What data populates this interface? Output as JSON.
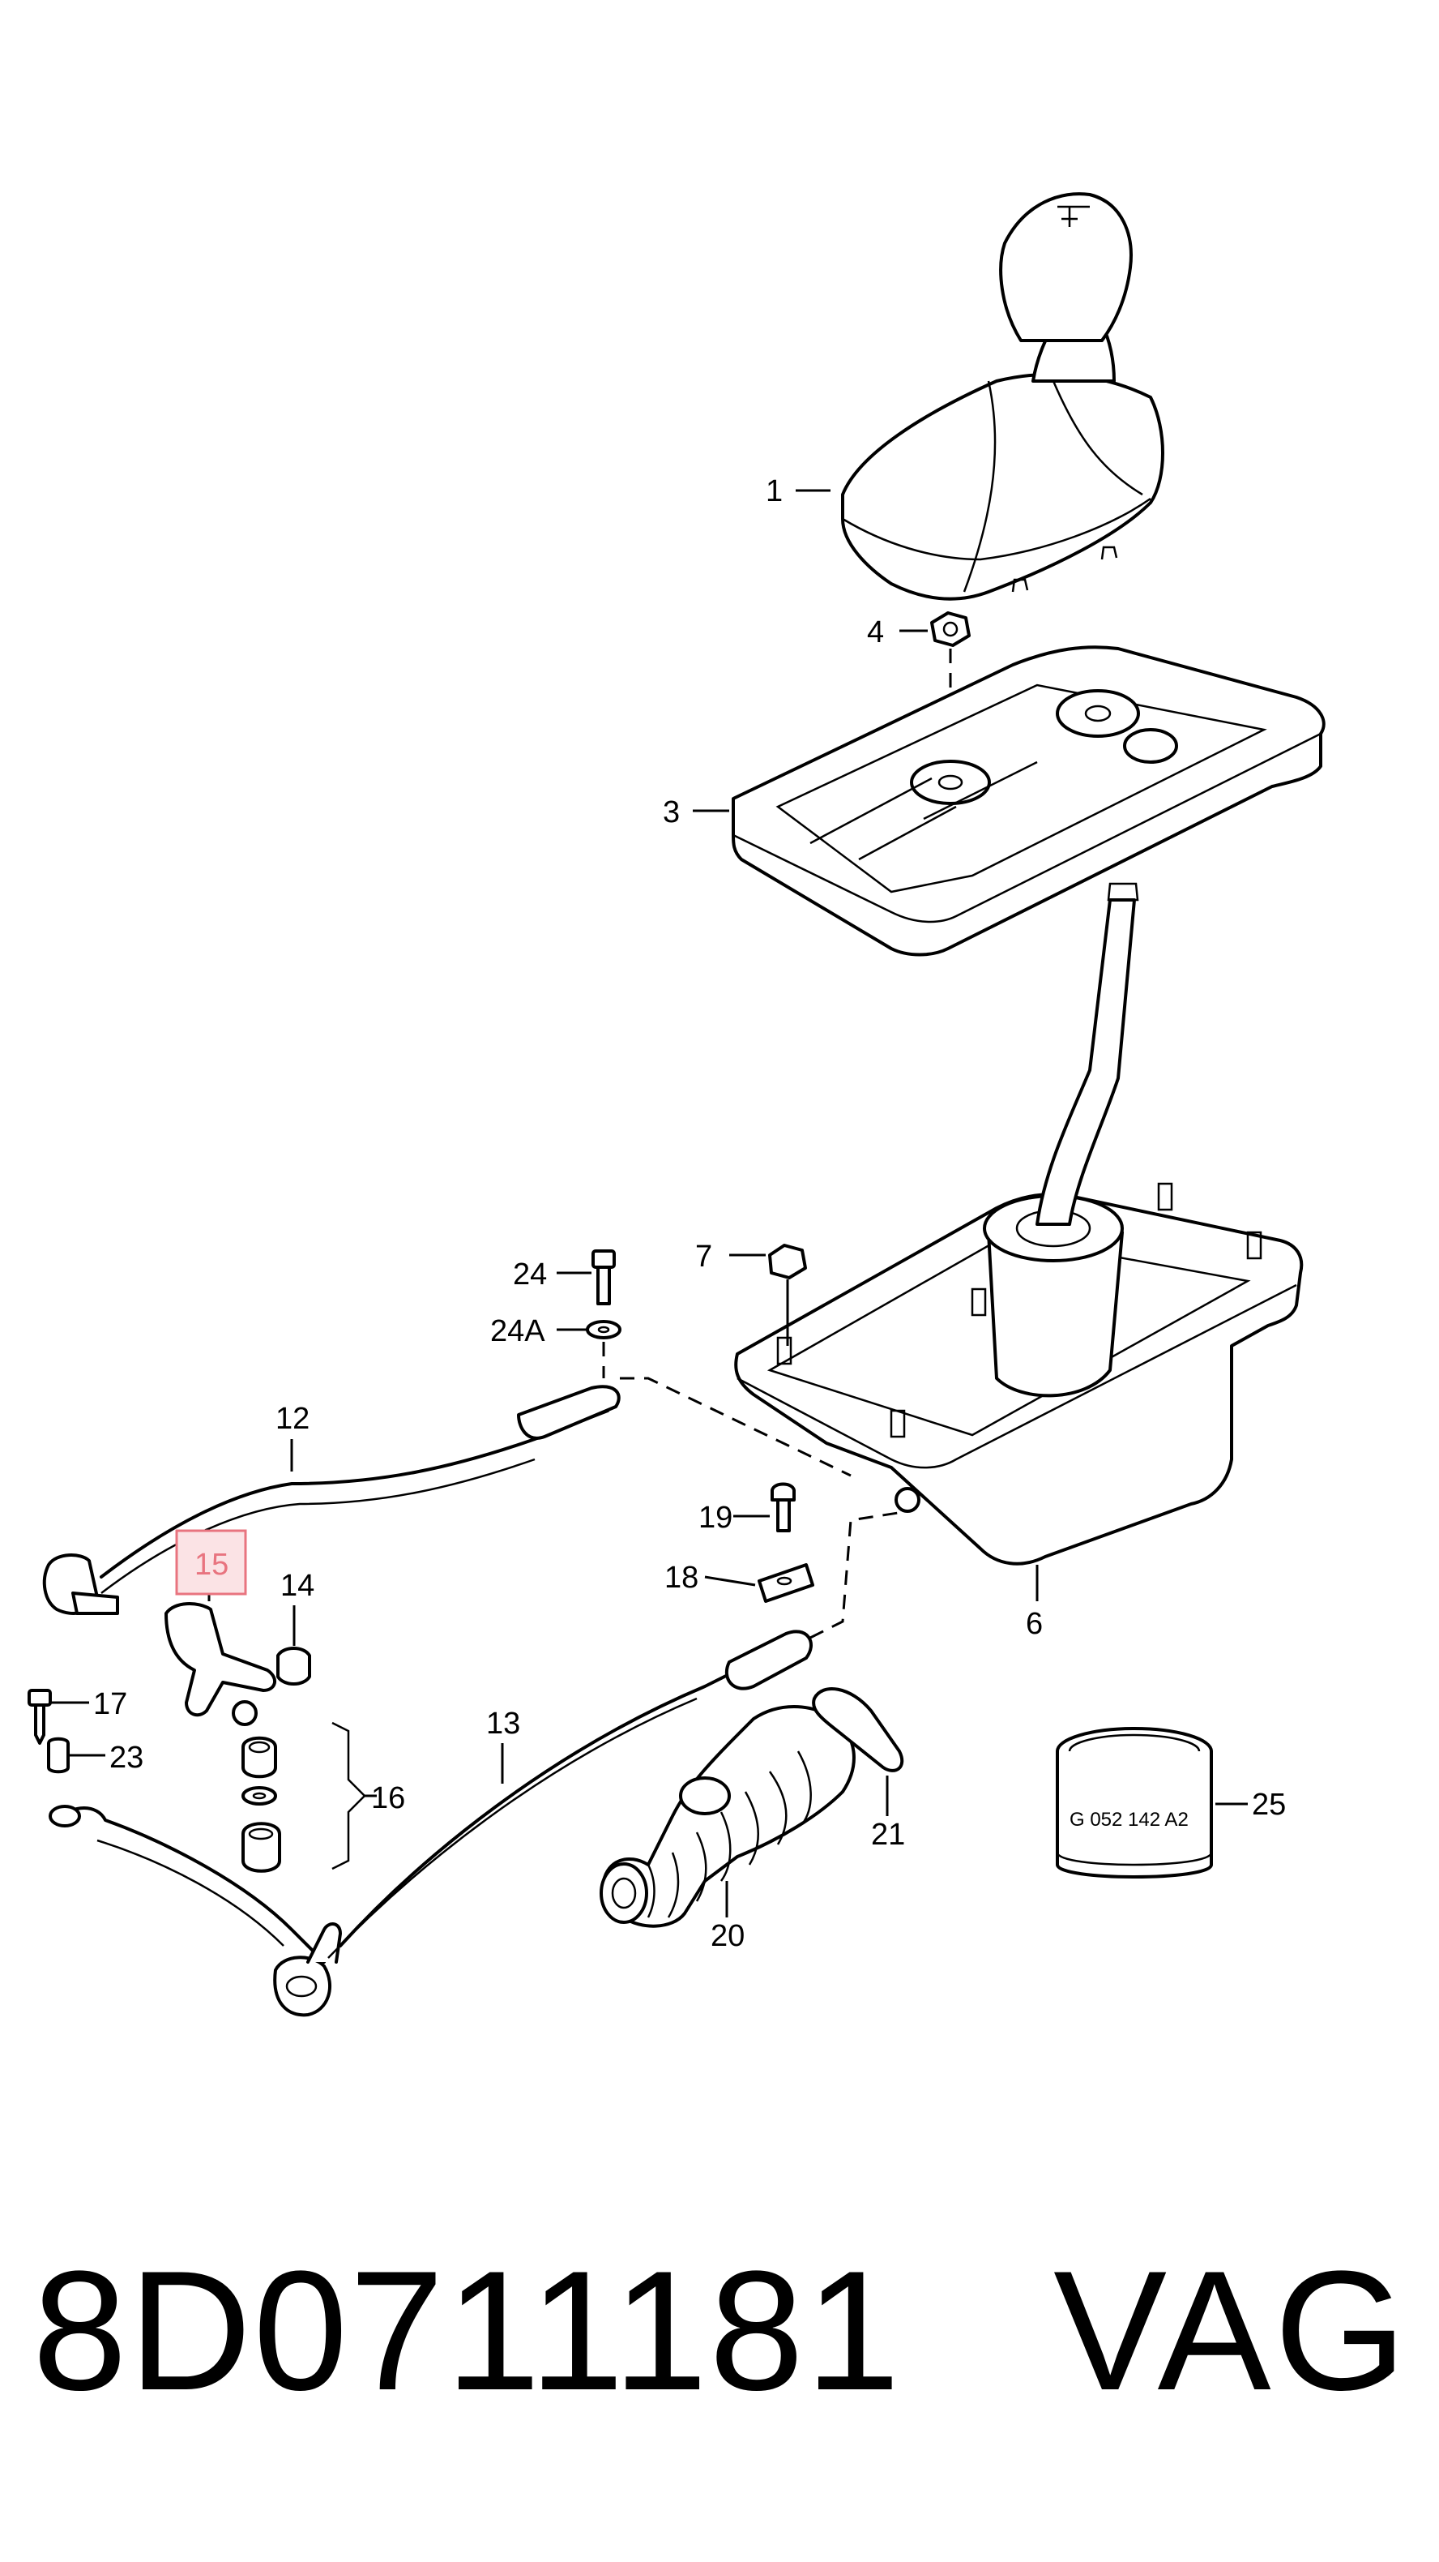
{
  "footer": {
    "part_number": "8D0711181",
    "brand": "VAG"
  },
  "callouts": {
    "c1": "1",
    "c3": "3",
    "c4": "4",
    "c6": "6",
    "c7": "7",
    "c12": "12",
    "c13": "13",
    "c14": "14",
    "c15": "15",
    "c16": "16",
    "c17": "17",
    "c18": "18",
    "c19": "19",
    "c20": "20",
    "c21": "21",
    "c23": "23",
    "c24": "24",
    "c24a": "24A",
    "c25": "25"
  },
  "part_25_label": "G 052 142 A2",
  "highlight": {
    "color": "#e8747f",
    "fill": "#fbe3e5"
  }
}
